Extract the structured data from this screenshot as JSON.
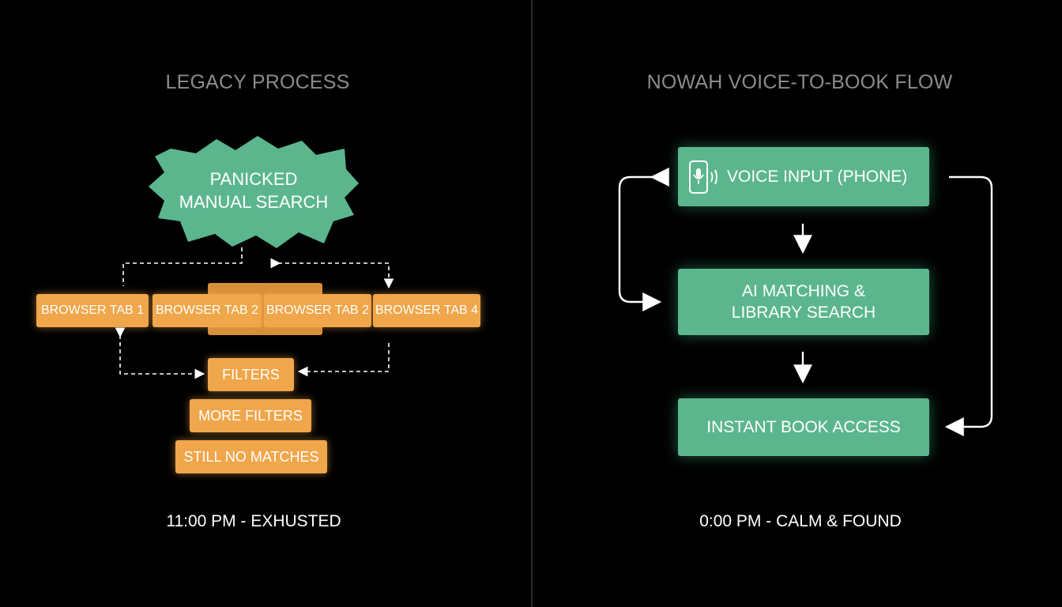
{
  "legacy": {
    "title": "LEGACY PROCESS",
    "burst_line1": "PANICKED",
    "burst_line2": "MANUAL SEARCH",
    "tabs": [
      "BROWSER TAB 1",
      "BROWSER TAB 2",
      "BROWSER TAB 2",
      "BROWSER TAB 4"
    ],
    "filters": "FILTERS",
    "more_filters": "MORE FILTERS",
    "no_matches": "STILL NO MATCHES",
    "caption": "11:00 PM - EXHUSTED",
    "color": "#f0a64a",
    "burst_color": "#5bb68e"
  },
  "nowah": {
    "title": "NOWAH VOICE-TO-BOOK FLOW",
    "voice_input": "VOICE INPUT (PHONE)",
    "voice_icon": "phone-microphone-icon",
    "ai_line1": "AI MATCHING &",
    "ai_line2": "LIBRARY SEARCH",
    "instant": "INSTANT BOOK ACCESS",
    "caption": "0:00 PM - CALM & FOUND",
    "color": "#5bb68e"
  }
}
